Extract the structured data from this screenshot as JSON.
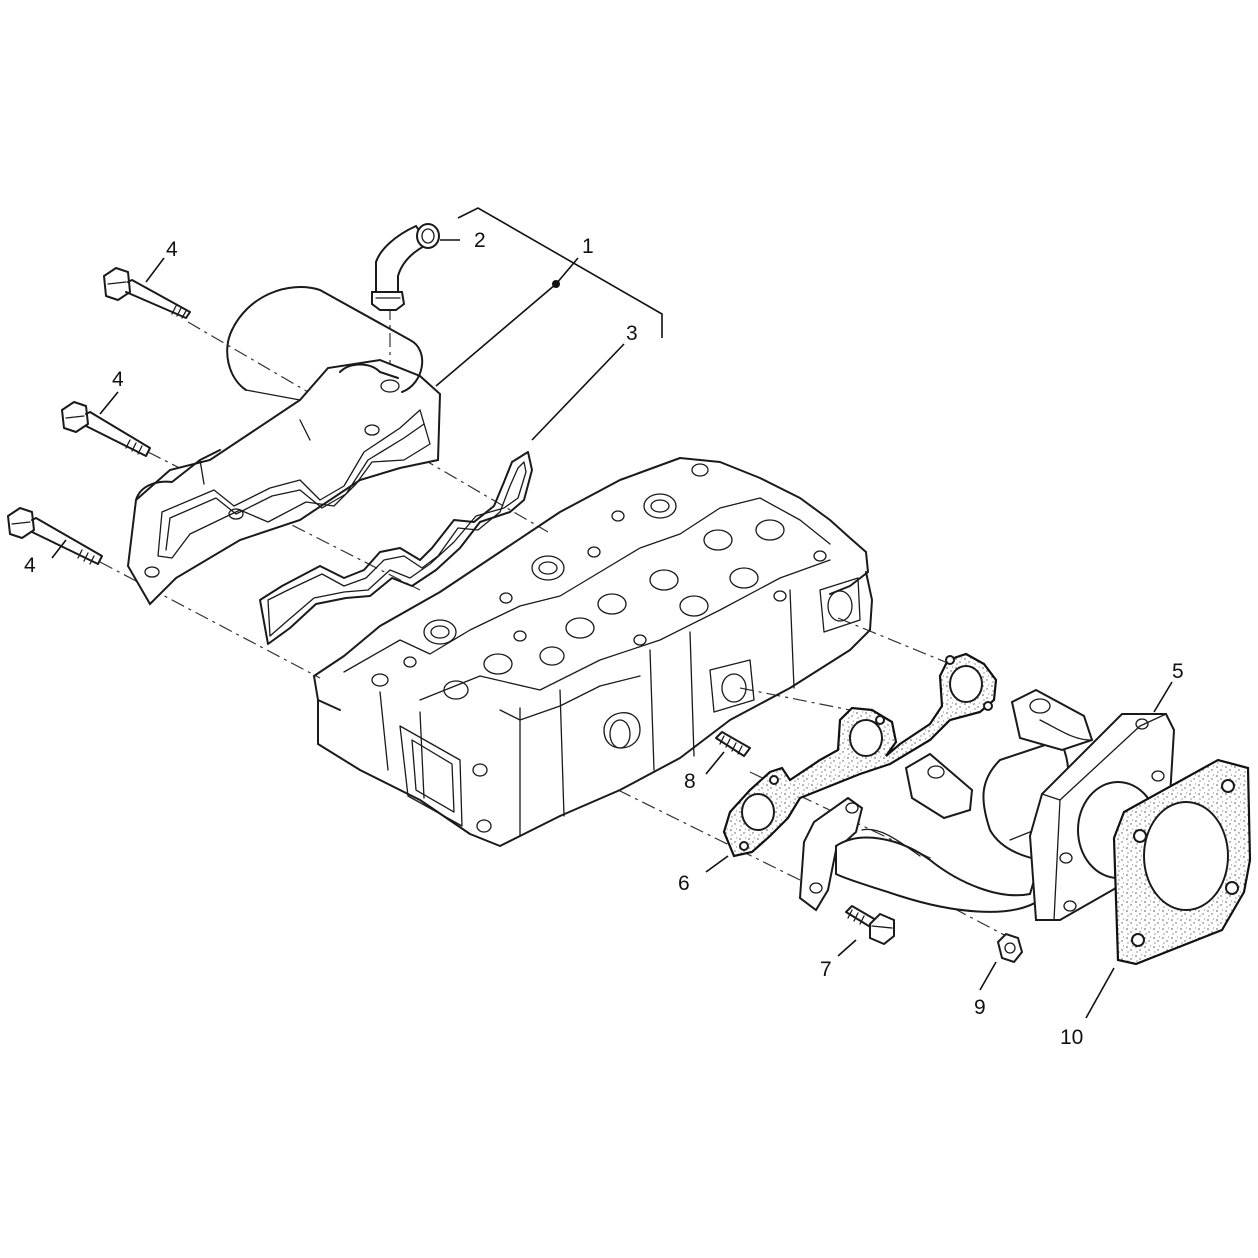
{
  "diagram": {
    "callouts": [
      {
        "id": "c1",
        "label": "1"
      },
      {
        "id": "c2",
        "label": "2"
      },
      {
        "id": "c3",
        "label": "3"
      },
      {
        "id": "c4a",
        "label": "4"
      },
      {
        "id": "c4b",
        "label": "4"
      },
      {
        "id": "c4c",
        "label": "4"
      },
      {
        "id": "c5",
        "label": "5"
      },
      {
        "id": "c6",
        "label": "6"
      },
      {
        "id": "c7",
        "label": "7"
      },
      {
        "id": "c8",
        "label": "8"
      },
      {
        "id": "c9",
        "label": "9"
      },
      {
        "id": "c10",
        "label": "10"
      }
    ],
    "colors": {
      "line": "#1a1a1a",
      "background": "#ffffff",
      "gasket_fill": "#ffffff",
      "speckle": "#555555"
    }
  }
}
